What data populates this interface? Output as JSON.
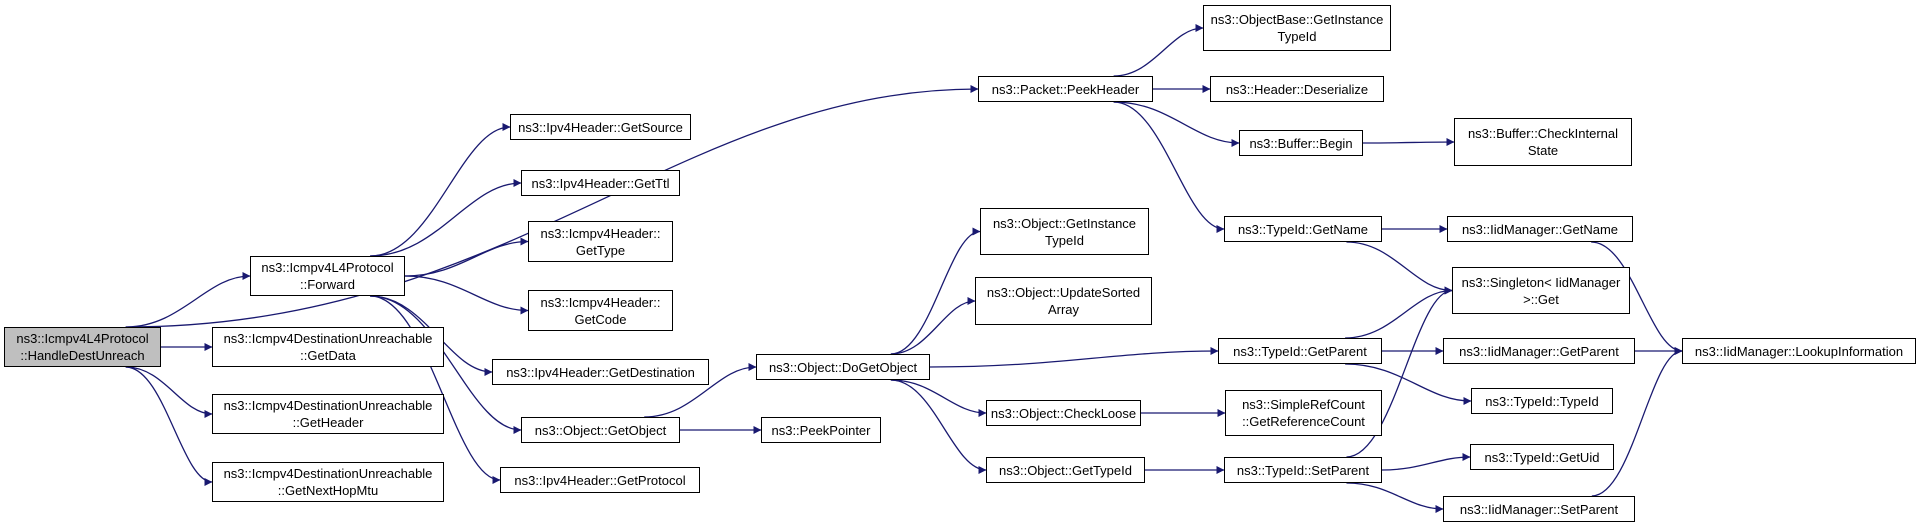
{
  "diagram": {
    "type": "call-graph",
    "nodes": [
      {
        "id": "handle",
        "lines": [
          "ns3::Icmpv4L4Protocol",
          "::HandleDestUnreach"
        ],
        "root": true
      },
      {
        "id": "forward",
        "lines": [
          "ns3::Icmpv4L4Protocol",
          "::Forward"
        ]
      },
      {
        "id": "getdata",
        "lines": [
          "ns3::Icmpv4DestinationUnreachable",
          "::GetData"
        ]
      },
      {
        "id": "getheader",
        "lines": [
          "ns3::Icmpv4DestinationUnreachable",
          "::GetHeader"
        ]
      },
      {
        "id": "getnexthop",
        "lines": [
          "ns3::Icmpv4DestinationUnreachable",
          "::GetNextHopMtu"
        ]
      },
      {
        "id": "getsource",
        "lines": [
          "ns3::Ipv4Header::GetSource"
        ]
      },
      {
        "id": "getttl",
        "lines": [
          "ns3::Ipv4Header::GetTtl"
        ]
      },
      {
        "id": "gettype",
        "lines": [
          "ns3::Icmpv4Header::",
          "GetType"
        ]
      },
      {
        "id": "getcode",
        "lines": [
          "ns3::Icmpv4Header::",
          "GetCode"
        ]
      },
      {
        "id": "getdest",
        "lines": [
          "ns3::Ipv4Header::GetDestination"
        ]
      },
      {
        "id": "getobject",
        "lines": [
          "ns3::Object::GetObject"
        ]
      },
      {
        "id": "getprotocol",
        "lines": [
          "ns3::Ipv4Header::GetProtocol"
        ]
      },
      {
        "id": "peekheader",
        "lines": [
          "ns3::Packet::PeekHeader"
        ]
      },
      {
        "id": "objbase_getinst",
        "lines": [
          "ns3::ObjectBase::GetInstance",
          "TypeId"
        ]
      },
      {
        "id": "deserialize",
        "lines": [
          "ns3::Header::Deserialize"
        ]
      },
      {
        "id": "bufbegin",
        "lines": [
          "ns3::Buffer::Begin"
        ]
      },
      {
        "id": "checkinternal",
        "lines": [
          "ns3::Buffer::CheckInternal",
          "State"
        ]
      },
      {
        "id": "tid_getname",
        "lines": [
          "ns3::TypeId::GetName"
        ]
      },
      {
        "id": "iid_getname",
        "lines": [
          "ns3::IidManager::GetName"
        ]
      },
      {
        "id": "singleton",
        "lines": [
          "ns3::Singleton< IidManager",
          " >::Get"
        ]
      },
      {
        "id": "obj_getinst",
        "lines": [
          "ns3::Object::GetInstance",
          "TypeId"
        ]
      },
      {
        "id": "updatesorted",
        "lines": [
          "ns3::Object::UpdateSorted",
          "Array"
        ]
      },
      {
        "id": "dogetobject",
        "lines": [
          "ns3::Object::DoGetObject"
        ]
      },
      {
        "id": "tid_getparent",
        "lines": [
          "ns3::TypeId::GetParent"
        ]
      },
      {
        "id": "iid_getparent",
        "lines": [
          "ns3::IidManager::GetParent"
        ]
      },
      {
        "id": "lookup",
        "lines": [
          "ns3::IidManager::LookupInformation"
        ]
      },
      {
        "id": "typeid_ctor",
        "lines": [
          "ns3::TypeId::TypeId"
        ]
      },
      {
        "id": "checkloose",
        "lines": [
          "ns3::Object::CheckLoose"
        ]
      },
      {
        "id": "getrefcount",
        "lines": [
          "ns3::SimpleRefCount",
          "::GetReferenceCount"
        ]
      },
      {
        "id": "peekpointer",
        "lines": [
          "ns3::PeekPointer"
        ]
      },
      {
        "id": "gettypeid",
        "lines": [
          "ns3::Object::GetTypeId"
        ]
      },
      {
        "id": "tid_setparent",
        "lines": [
          "ns3::TypeId::SetParent"
        ]
      },
      {
        "id": "getuid",
        "lines": [
          "ns3::TypeId::GetUid"
        ]
      },
      {
        "id": "iid_setparent",
        "lines": [
          "ns3::IidManager::SetParent"
        ]
      }
    ],
    "edges": [
      [
        "handle",
        "peekheader"
      ],
      [
        "handle",
        "forward"
      ],
      [
        "handle",
        "getdata"
      ],
      [
        "handle",
        "getheader"
      ],
      [
        "handle",
        "getnexthop"
      ],
      [
        "forward",
        "getsource"
      ],
      [
        "forward",
        "getttl"
      ],
      [
        "forward",
        "gettype"
      ],
      [
        "forward",
        "getcode"
      ],
      [
        "forward",
        "getdest"
      ],
      [
        "forward",
        "getobject"
      ],
      [
        "forward",
        "getprotocol"
      ],
      [
        "peekheader",
        "objbase_getinst"
      ],
      [
        "peekheader",
        "deserialize"
      ],
      [
        "peekheader",
        "bufbegin"
      ],
      [
        "peekheader",
        "tid_getname"
      ],
      [
        "bufbegin",
        "checkinternal"
      ],
      [
        "tid_getname",
        "iid_getname"
      ],
      [
        "tid_getname",
        "singleton"
      ],
      [
        "iid_getname",
        "lookup"
      ],
      [
        "getobject",
        "dogetobject"
      ],
      [
        "getobject",
        "peekpointer"
      ],
      [
        "dogetobject",
        "obj_getinst"
      ],
      [
        "dogetobject",
        "updatesorted"
      ],
      [
        "dogetobject",
        "tid_getparent"
      ],
      [
        "dogetobject",
        "checkloose"
      ],
      [
        "dogetobject",
        "gettypeid"
      ],
      [
        "tid_getparent",
        "singleton"
      ],
      [
        "tid_getparent",
        "iid_getparent"
      ],
      [
        "tid_getparent",
        "typeid_ctor"
      ],
      [
        "iid_getparent",
        "lookup"
      ],
      [
        "checkloose",
        "getrefcount"
      ],
      [
        "gettypeid",
        "tid_setparent"
      ],
      [
        "tid_setparent",
        "singleton"
      ],
      [
        "tid_setparent",
        "getuid"
      ],
      [
        "tid_setparent",
        "iid_setparent"
      ],
      [
        "iid_setparent",
        "lookup"
      ]
    ],
    "colors": {
      "edge": "#191970",
      "border": "#000000",
      "root_fill": "#bfbfbf",
      "node_fill": "#ffffff"
    }
  }
}
